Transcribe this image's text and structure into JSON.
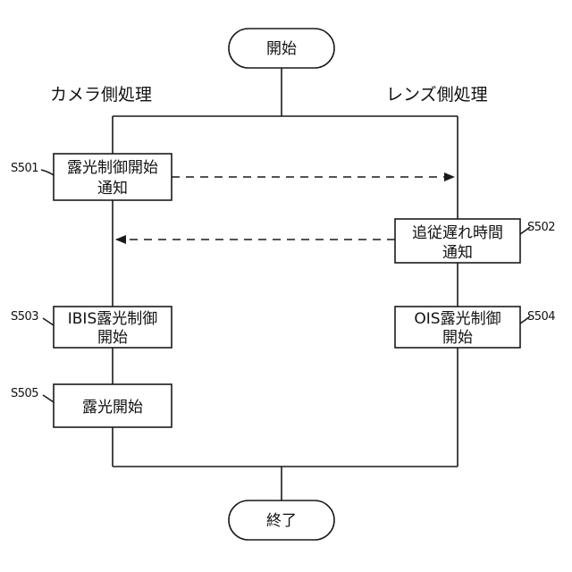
{
  "terminals": {
    "start": "開始",
    "end": "終了"
  },
  "lanes": {
    "camera": "カメラ側処理",
    "lens": "レンズ側処理"
  },
  "steps": {
    "s501": {
      "id": "S501",
      "line1": "露光制御開始",
      "line2": "通知"
    },
    "s502": {
      "id": "S502",
      "line1": "追従遅れ時間",
      "line2": "通知"
    },
    "s503": {
      "id": "S503",
      "line1": "IBIS露光制御",
      "line2": "開始"
    },
    "s504": {
      "id": "S504",
      "line1": "OIS露光制御",
      "line2": "開始"
    },
    "s505": {
      "id": "S505",
      "line1": "露光開始"
    }
  }
}
